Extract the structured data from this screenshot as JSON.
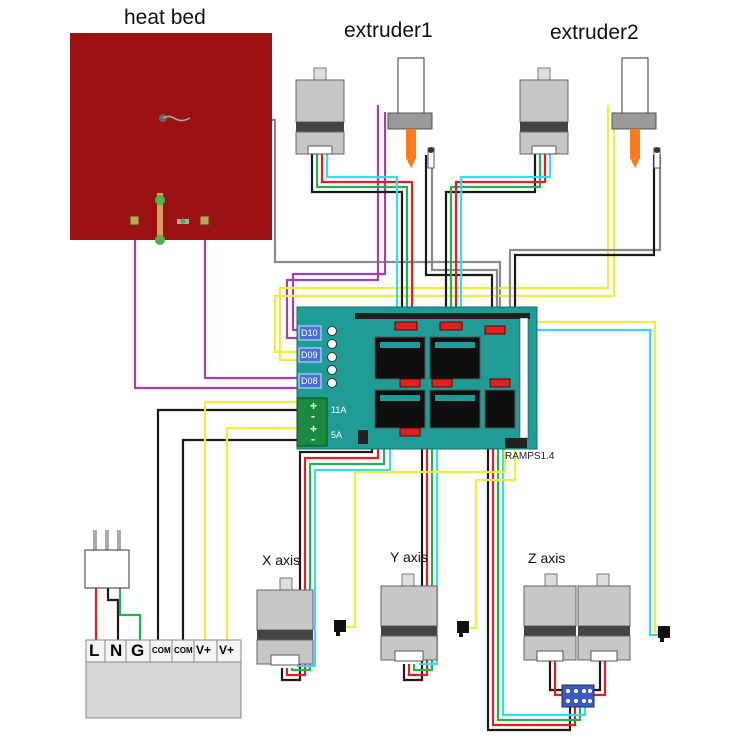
{
  "labels": {
    "heat_bed": "heat bed",
    "extruder1": "extruder1",
    "extruder2": "extruder2",
    "x_axis": "X axis",
    "y_axis": "Y axis",
    "z_axis": "Z axis",
    "board": "RAMPS1.4"
  },
  "board": {
    "pins": [
      "D10",
      "D09",
      "D08"
    ],
    "power": [
      "11A",
      "5A"
    ],
    "power_signs": [
      "+",
      "-",
      "+",
      "-"
    ]
  },
  "psu": {
    "terminals": [
      "L",
      "N",
      "G",
      "COM",
      "COM",
      "V+",
      "V+"
    ]
  },
  "colors": {
    "heat_bed": "#9c1212",
    "board": "#1f9c95",
    "motor_body": "#b9b9b9",
    "wire_purple": "#a440a8",
    "wire_yellow": "#f0ec40",
    "wire_cyan": "#3cd7f0",
    "wire_red": "#e02020",
    "wire_green": "#27b050",
    "wire_black": "#1a1a1a",
    "wire_gray": "#8a8a8a"
  }
}
